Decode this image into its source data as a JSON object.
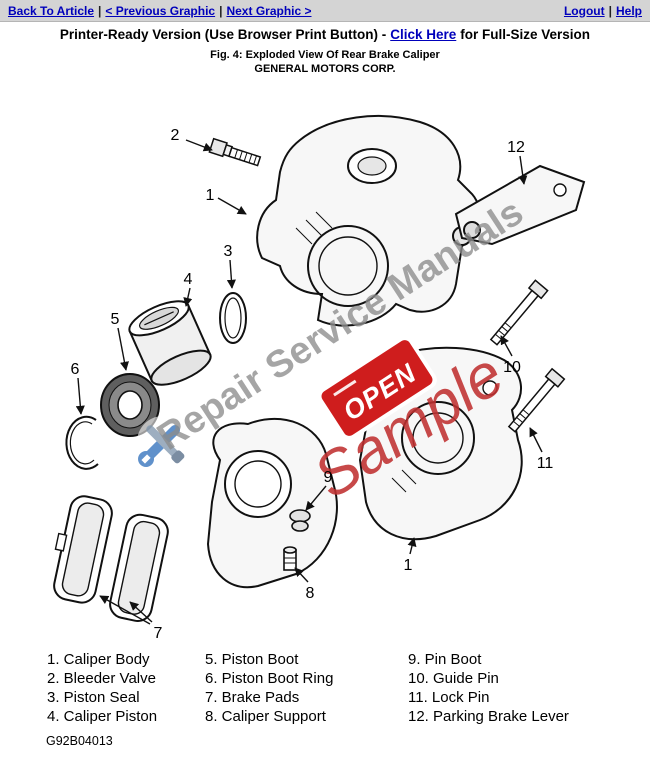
{
  "topbar": {
    "back_to_article": "Back To Article",
    "previous_graphic": "< Previous Graphic",
    "next_graphic": "Next Graphic >",
    "logout": "Logout",
    "help": "Help",
    "separator": "|"
  },
  "header": {
    "print_prefix": "Printer-Ready Version (Use Browser Print Button) -",
    "print_link": "Click Here",
    "print_suffix": "for Full-Size Version",
    "figure_caption": "Fig. 4: Exploded View Of Rear Brake Caliper",
    "company": "GENERAL MOTORS CORP."
  },
  "diagram": {
    "callouts": {
      "n1_top": "1",
      "n2": "2",
      "n3": "3",
      "n4": "4",
      "n5": "5",
      "n6": "6",
      "n7": "7",
      "n8": "8",
      "n9": "9",
      "n10": "10",
      "n11": "11",
      "n12": "12",
      "n1_bottom": "1"
    },
    "watermark": {
      "brand": "Repair Service Manuals",
      "sample": "Sample",
      "sign": "OPEN"
    }
  },
  "legend": {
    "columns": [
      [
        "1. Caliper Body",
        "2. Bleeder Valve",
        "3. Piston Seal",
        "4. Caliper Piston"
      ],
      [
        "5. Piston Boot",
        "6. Piston Boot Ring",
        "7. Brake Pads",
        "8. Caliper Support"
      ],
      [
        "9. Pin Boot",
        "10. Guide Pin",
        "11. Lock Pin",
        "12. Parking Brake Lever"
      ]
    ]
  },
  "footer": {
    "code": "G92B04013"
  },
  "colors": {
    "link_blue": "#0000bb",
    "topbar_gray": "#d4d4d4",
    "watermark_gray": "#8c8c8c",
    "watermark_red": "#c03030",
    "sign_red": "#cf1d1d"
  }
}
